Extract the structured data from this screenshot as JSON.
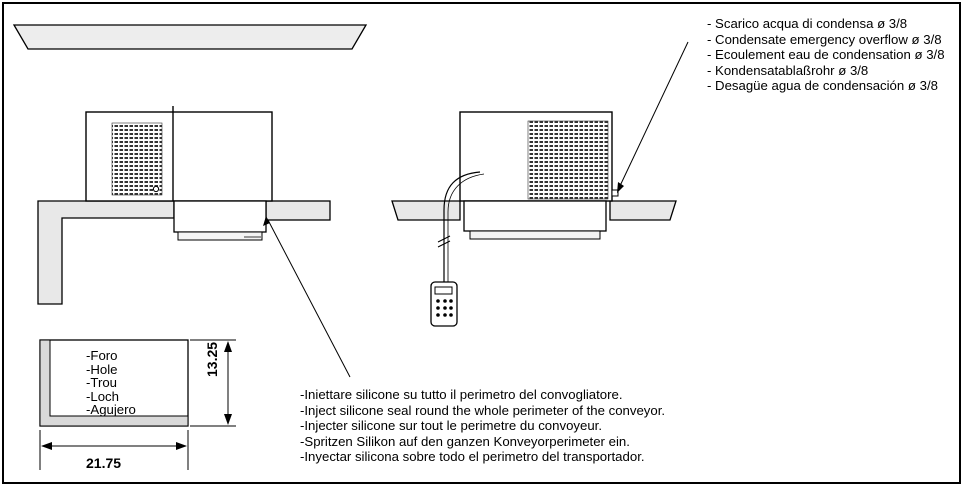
{
  "drain_notes": [
    "- Scarico acqua di condensa ø 3/8",
    "- Condensate emergency overflow ø 3/8",
    "- Ecoulement eau de condensation ø 3/8",
    "- Kondensatablaßrohr ø 3/8",
    "- Desagüe agua de condensación ø 3/8"
  ],
  "silicone_notes": [
    "-Iniettare silicone su tutto il perimetro del convogliatore.",
    "-Inject silicone seal round the whole perimeter of the conveyor.",
    "-Injecter silicone sur tout le perimetre du convoyeur.",
    "-Spritzen Silikon auf den ganzen Konveyorperimeter ein.",
    "-Inyectar silicona sobre todo el perimetro del transportador."
  ],
  "hole_labels": [
    "-Foro",
    "-Hole",
    "-Trou",
    "-Loch",
    "-Agujero"
  ],
  "dimensions": {
    "width": "21.75",
    "height": "13.25"
  }
}
